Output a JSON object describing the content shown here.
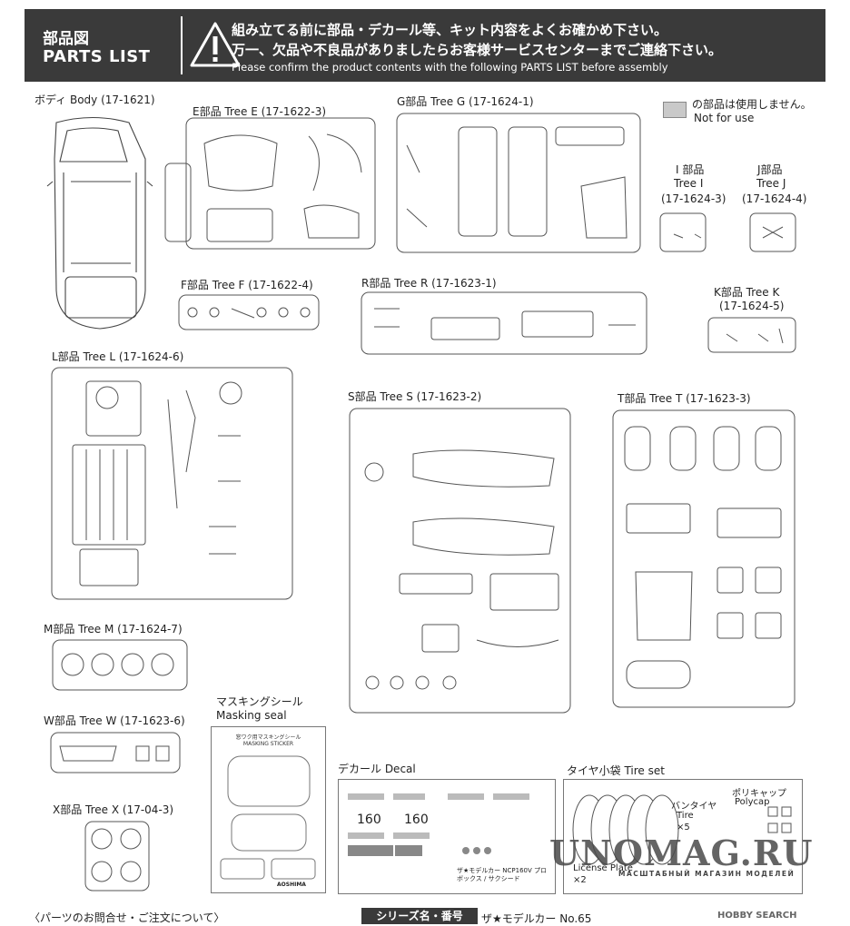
{
  "banner": {
    "title_jp": "部品図",
    "title_en": "PARTS LIST",
    "warning_jp_1": "組み立てる前に部品・デカール等、キット内容をよくお確かめ下さい。",
    "warning_jp_2": "万一、欠品や不良品がありましたらお客様サービスセンターまでご連絡下さい。",
    "warning_en": "Please confirm the product contents with the following PARTS LIST before assembly"
  },
  "legend": {
    "jp": "の部品は使用しません。",
    "en": "Not for use"
  },
  "trees": {
    "body": "ボディ Body (17-1621)",
    "e": "E部品 Tree E (17-1622-3)",
    "g": "G部品 Tree G (17-1624-1)",
    "i_jp": "I 部品",
    "i_en": "Tree I",
    "i_code": "(17-1624-3)",
    "j_jp": "J部品",
    "j_en": "Tree J",
    "j_code": "(17-1624-4)",
    "f": "F部品 Tree F (17-1622-4)",
    "r": "R部品 Tree R (17-1623-1)",
    "k": "K部品 Tree K",
    "k_code": "(17-1624-5)",
    "l": "L部品 Tree L (17-1624-6)",
    "s": "S部品 Tree S (17-1623-2)",
    "t": "T部品 Tree T (17-1623-3)",
    "m": "M部品 Tree M (17-1624-7)",
    "w": "W部品 Tree W (17-1623-6)",
    "x": "X部品 Tree X (17-04-3)"
  },
  "masking": {
    "title_jp": "マスキングシール",
    "title_en": "Masking seal",
    "sheet_title": "窓ワク用マスキングシール",
    "sheet_sub": "MASKING STICKER",
    "brand": "AOSHIMA"
  },
  "decal": {
    "title": "デカール Decal",
    "plate1": "160",
    "plate2": "160",
    "note": "ザ★モデルカー NCP160V プロボックス / サクシード"
  },
  "tires": {
    "title": "タイヤ小袋 Tire set",
    "tire_jp": "バンタイヤ",
    "tire_en": "Tire",
    "tire_qty": "×5",
    "poly_jp": "ポリキャップ",
    "poly_en": "Polycap",
    "plate_en": "License Plate",
    "plate_qty": "×2"
  },
  "footer": {
    "contact": "〈パーツのお問合せ・ご注文について〉",
    "series_label": "シリーズ名・番号",
    "series_value": "ザ★モデルカー  No.65"
  },
  "watermark": {
    "main": "UNOMAG.RU",
    "sub": "МАСШТАБНЫЙ МАГАЗИН МОДЕЛЕЙ",
    "hobby": "HOBBY SEARCH"
  }
}
